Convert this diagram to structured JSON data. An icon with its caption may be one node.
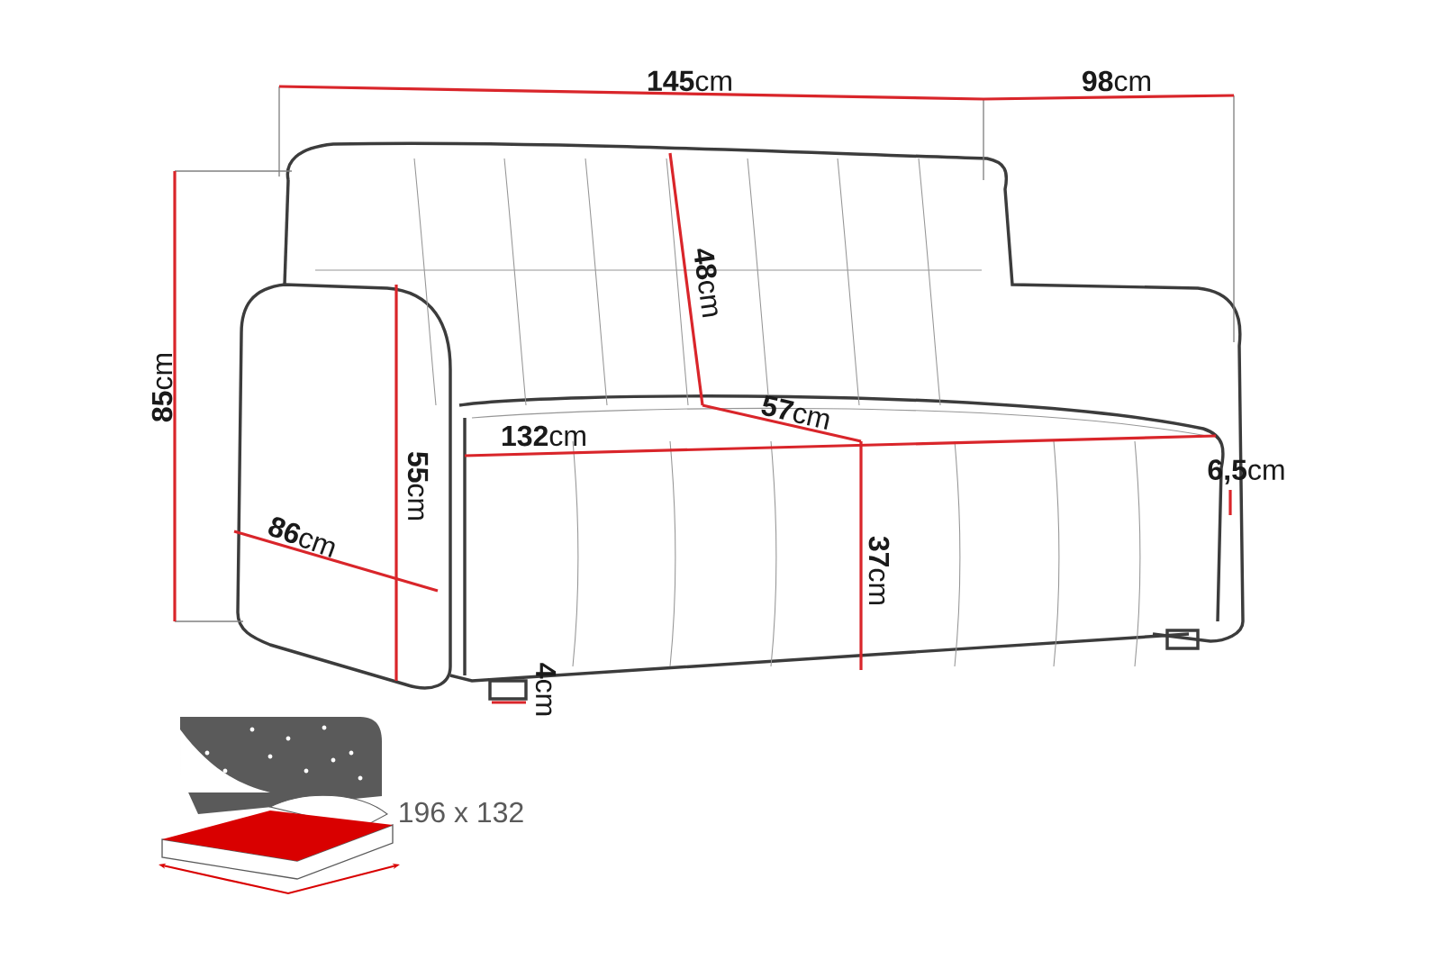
{
  "diagram": {
    "labels": [
      "**145**cm",
      "**98**cm",
      "**85**cm",
      "**48**cm",
      "**57**cm",
      "**132**cm",
      "**55**cm",
      "**6,5**cm",
      "**86**cm",
      "**37**cm",
      "**4**cm",
      "196 x 132"
    ]
  }
}
